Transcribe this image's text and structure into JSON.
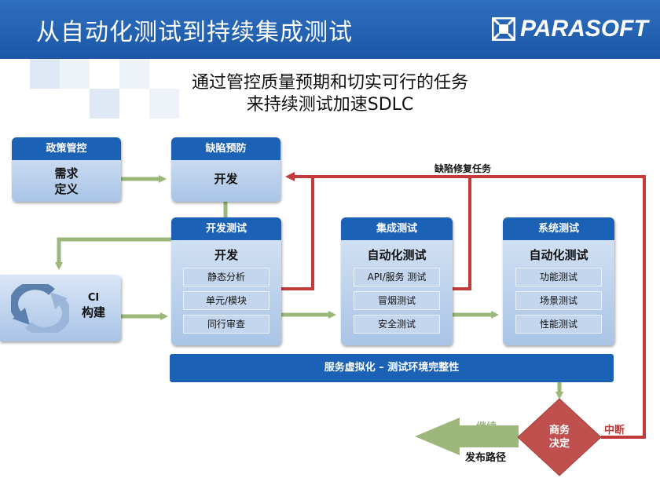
{
  "header": {
    "title": "从自动化测试到持续集成测试",
    "logo_text": "PARASOFT"
  },
  "subtitle": {
    "line1": "通过管控质量预期和切实可行的任务",
    "line2": "来持续测试加速SDLC"
  },
  "policy_box": {
    "title": "政策管控",
    "line1": "需求",
    "line2": "定义"
  },
  "defect_box": {
    "title": "缺陷预防",
    "main": "开发"
  },
  "ci_box": {
    "line1": "CI",
    "line2": "构建"
  },
  "dev_test_box": {
    "title": "开发测试",
    "main": "开发",
    "items": [
      "静态分析",
      "单元/模块",
      "同行审查"
    ]
  },
  "integration_box": {
    "title": "集成测试",
    "main": "自动化测试",
    "items": [
      "API/服务 测试",
      "冒烟测试",
      "安全测试"
    ]
  },
  "system_box": {
    "title": "系统测试",
    "main": "自动化测试",
    "items": [
      "功能测试",
      "场景测试",
      "性能测试"
    ]
  },
  "virtualization_bar": {
    "label": "服务虚拟化 – 测试环境完整性"
  },
  "defect_fix_label": "缺陷修复任务",
  "decision": {
    "line1": "商务",
    "line2": "决定"
  },
  "continue_label": "继续",
  "release_label": "发布路径",
  "interrupt_label": "中断",
  "colors": {
    "blue": "#1b62b7",
    "green": "#9bb87a",
    "red": "#c23a3a",
    "decision": "#c0504d"
  }
}
